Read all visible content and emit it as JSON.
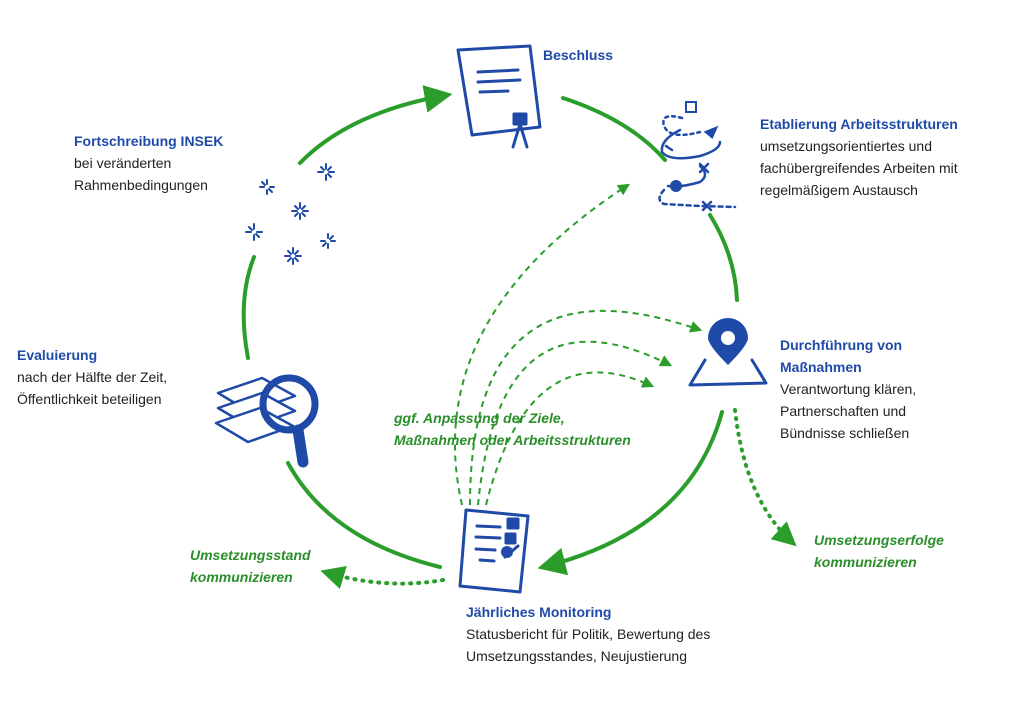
{
  "colors": {
    "blue": "#1f4aa8",
    "green": "#2a9d2a",
    "text": "#222222"
  },
  "stages": {
    "beschluss": {
      "title": "Beschluss",
      "icon": "document-signature-icon"
    },
    "etablierung": {
      "title": "Etablierung Arbeitsstrukturen",
      "lines": [
        "umsetzungsorientiertes und",
        "fachübergreifendes Arbeiten mit",
        "regelmäßigem Austausch"
      ],
      "icon": "route-path-icon"
    },
    "durchfuehrung": {
      "title_lines": [
        "Durchführung von",
        "Maßnahmen"
      ],
      "lines": [
        "Verantwortung klären,",
        "Partnerschaften und",
        "Bündnisse schließen"
      ],
      "icon": "map-pin-icon"
    },
    "monitoring": {
      "title": "Jährliches Monitoring",
      "lines": [
        "Statusbericht für Politik, Bewertung des",
        "Umsetzungsstandes, Neujustierung"
      ],
      "icon": "checklist-icon"
    },
    "evaluierung": {
      "title": "Evaluierung",
      "lines": [
        "nach der Hälfte der Zeit,",
        "Öffentlichkeit beteiligen"
      ],
      "icon": "magnifier-layers-icon"
    },
    "fortschreibung": {
      "title": "Fortschreibung INSEK",
      "lines": [
        "bei veränderten",
        "Rahmenbedingungen"
      ],
      "icon": "sparkles-icon"
    }
  },
  "notes": {
    "anpassung": [
      "ggf. Anpassung der Ziele,",
      "Maßnahmen oder Arbeitsstrukturen"
    ],
    "umsetzungsstand": [
      "Umsetzungsstand",
      "kommunizieren"
    ],
    "umsetzungserfolge": [
      "Umsetzungserfolge",
      "kommunizieren"
    ]
  }
}
